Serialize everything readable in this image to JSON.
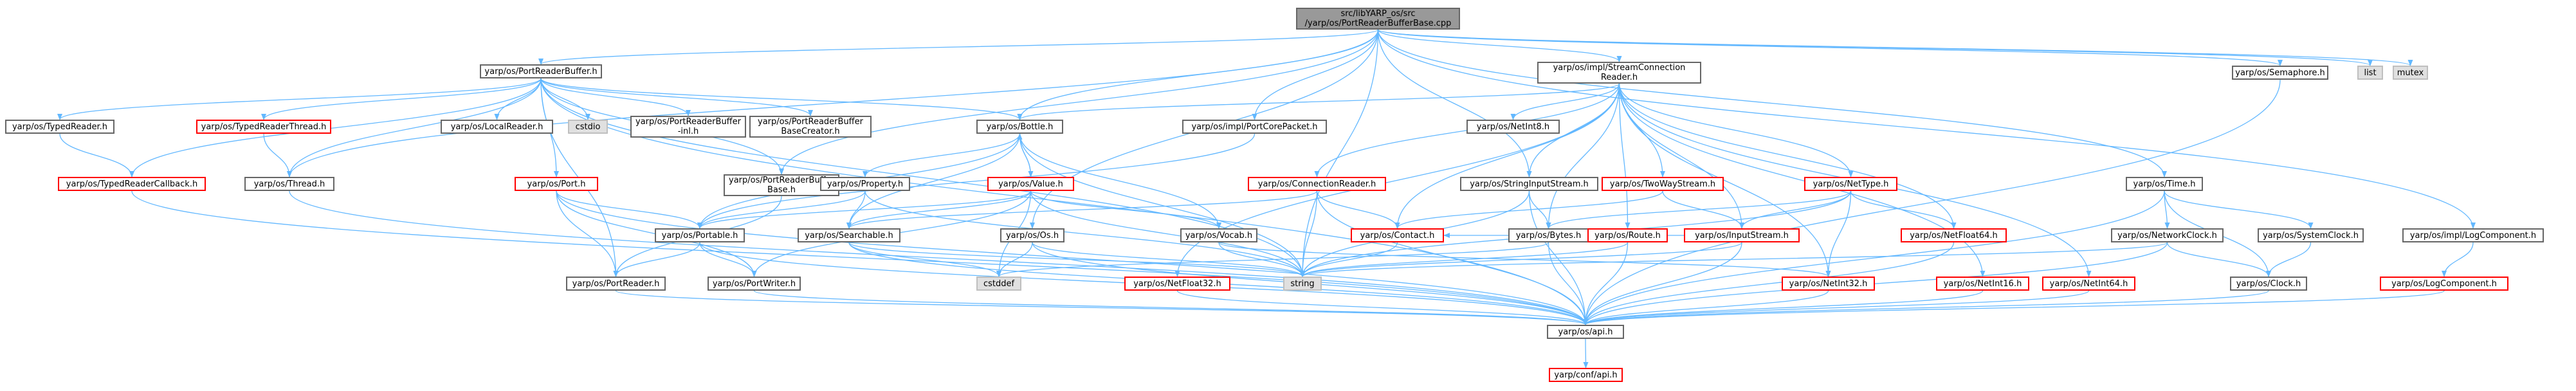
{
  "diagram": {
    "colors": {
      "edge": "#63b8ff",
      "box_border": "#666666",
      "red_border": "#ff0000",
      "root_fill": "#999999",
      "system_fill": "#e0e0e0"
    },
    "nodes": [
      {
        "id": "root",
        "label": "src/libYARP_os/src\n/yarp/os/PortReaderBufferBase.cpp",
        "style": "root"
      },
      {
        "id": "prb_h",
        "label": "yarp/os/PortReaderBuffer.h",
        "style": "normal"
      },
      {
        "id": "scr_h",
        "label": "yarp/os/impl/StreamConnection\nReader.h",
        "style": "normal"
      },
      {
        "id": "sem_h",
        "label": "yarp/os/Semaphore.h",
        "style": "normal"
      },
      {
        "id": "list",
        "label": "list",
        "style": "system"
      },
      {
        "id": "mutex",
        "label": "mutex",
        "style": "system"
      },
      {
        "id": "tr_h",
        "label": "yarp/os/TypedReader.h",
        "style": "normal"
      },
      {
        "id": "trt_h",
        "label": "yarp/os/TypedReaderThread.h",
        "style": "red"
      },
      {
        "id": "lr_h",
        "label": "yarp/os/LocalReader.h",
        "style": "normal"
      },
      {
        "id": "cstdio",
        "label": "cstdio",
        "style": "system"
      },
      {
        "id": "prbinl_h",
        "label": "yarp/os/PortReaderBuffer\n-inl.h",
        "style": "normal"
      },
      {
        "id": "prbbc_h",
        "label": "yarp/os/PortReaderBuffer\nBaseCreator.h",
        "style": "normal"
      },
      {
        "id": "bottle_h",
        "label": "yarp/os/Bottle.h",
        "style": "normal"
      },
      {
        "id": "pcp_h",
        "label": "yarp/os/impl/PortCorePacket.h",
        "style": "normal"
      },
      {
        "id": "netint8_h",
        "label": "yarp/os/NetInt8.h",
        "style": "normal"
      },
      {
        "id": "time_h",
        "label": "yarp/os/Time.h",
        "style": "normal"
      },
      {
        "id": "trc_h",
        "label": "yarp/os/TypedReaderCallback.h",
        "style": "red"
      },
      {
        "id": "thread_h",
        "label": "yarp/os/Thread.h",
        "style": "normal"
      },
      {
        "id": "port_h",
        "label": "yarp/os/Port.h",
        "style": "red"
      },
      {
        "id": "prbb_h",
        "label": "yarp/os/PortReaderBuffer\nBase.h",
        "style": "normal"
      },
      {
        "id": "property_h",
        "label": "yarp/os/Property.h",
        "style": "normal"
      },
      {
        "id": "value_h",
        "label": "yarp/os/Value.h",
        "style": "red"
      },
      {
        "id": "cr_h",
        "label": "yarp/os/ConnectionReader.h",
        "style": "red"
      },
      {
        "id": "sis_h",
        "label": "yarp/os/StringInputStream.h",
        "style": "normal"
      },
      {
        "id": "tws_h",
        "label": "yarp/os/TwoWayStream.h",
        "style": "red"
      },
      {
        "id": "nettype_h",
        "label": "yarp/os/NetType.h",
        "style": "red"
      },
      {
        "id": "netclock_h",
        "label": "yarp/os/NetworkClock.h",
        "style": "normal"
      },
      {
        "id": "sysclock_h",
        "label": "yarp/os/SystemClock.h",
        "style": "normal"
      },
      {
        "id": "logcomp_impl_h",
        "label": "yarp/os/impl/LogComponent.h",
        "style": "normal"
      },
      {
        "id": "portable_h",
        "label": "yarp/os/Portable.h",
        "style": "normal"
      },
      {
        "id": "searchable_h",
        "label": "yarp/os/Searchable.h",
        "style": "normal"
      },
      {
        "id": "os_h",
        "label": "yarp/os/Os.h",
        "style": "normal"
      },
      {
        "id": "vocab_h",
        "label": "yarp/os/Vocab.h",
        "style": "normal"
      },
      {
        "id": "contact_h",
        "label": "yarp/os/Contact.h",
        "style": "red"
      },
      {
        "id": "bytes_h",
        "label": "yarp/os/Bytes.h",
        "style": "normal"
      },
      {
        "id": "route_h",
        "label": "yarp/os/Route.h",
        "style": "red"
      },
      {
        "id": "inputstream_h",
        "label": "yarp/os/InputStream.h",
        "style": "red"
      },
      {
        "id": "netfloat64_h",
        "label": "yarp/os/NetFloat64.h",
        "style": "red"
      },
      {
        "id": "clock_h",
        "label": "yarp/os/Clock.h",
        "style": "normal"
      },
      {
        "id": "logcomp_h",
        "label": "yarp/os/LogComponent.h",
        "style": "red"
      },
      {
        "id": "portreader_h",
        "label": "yarp/os/PortReader.h",
        "style": "normal"
      },
      {
        "id": "portwriter_h",
        "label": "yarp/os/PortWriter.h",
        "style": "normal"
      },
      {
        "id": "cstddef",
        "label": "cstddef",
        "style": "system"
      },
      {
        "id": "string",
        "label": "string",
        "style": "system"
      },
      {
        "id": "netfloat32_h",
        "label": "yarp/os/NetFloat32.h",
        "style": "red"
      },
      {
        "id": "netint32_h",
        "label": "yarp/os/NetInt32.h",
        "style": "red"
      },
      {
        "id": "netint16_h",
        "label": "yarp/os/NetInt16.h",
        "style": "red"
      },
      {
        "id": "netint64_h",
        "label": "yarp/os/NetInt64.h",
        "style": "red"
      },
      {
        "id": "api_h",
        "label": "yarp/os/api.h",
        "style": "normal"
      },
      {
        "id": "confapi_h",
        "label": "yarp/conf/api.h",
        "style": "red"
      }
    ],
    "edges": [
      [
        "root",
        "prb_h"
      ],
      [
        "root",
        "scr_h"
      ],
      [
        "root",
        "sem_h"
      ],
      [
        "root",
        "list"
      ],
      [
        "root",
        "mutex"
      ],
      [
        "root",
        "bottle_h"
      ],
      [
        "root",
        "pcp_h"
      ],
      [
        "root",
        "sis_h"
      ],
      [
        "root",
        "time_h"
      ],
      [
        "root",
        "logcomp_impl_h"
      ],
      [
        "root",
        "prbb_h"
      ],
      [
        "root",
        "os_h"
      ],
      [
        "root",
        "string"
      ],
      [
        "root",
        "thread_h"
      ],
      [
        "prb_h",
        "tr_h"
      ],
      [
        "prb_h",
        "trt_h"
      ],
      [
        "prb_h",
        "lr_h"
      ],
      [
        "prb_h",
        "cstdio"
      ],
      [
        "prb_h",
        "prbinl_h"
      ],
      [
        "prb_h",
        "prbbc_h"
      ],
      [
        "prb_h",
        "bottle_h"
      ],
      [
        "prb_h",
        "trc_h"
      ],
      [
        "prb_h",
        "thread_h"
      ],
      [
        "prb_h",
        "port_h"
      ],
      [
        "prb_h",
        "prbb_h"
      ],
      [
        "prb_h",
        "portreader_h"
      ],
      [
        "prb_h",
        "string"
      ],
      [
        "prb_h",
        "api_h"
      ],
      [
        "tr_h",
        "trc_h"
      ],
      [
        "trt_h",
        "thread_h"
      ],
      [
        "trc_h",
        "api_h"
      ],
      [
        "thread_h",
        "api_h"
      ],
      [
        "scr_h",
        "bottle_h"
      ],
      [
        "scr_h",
        "netint8_h"
      ],
      [
        "scr_h",
        "cr_h"
      ],
      [
        "scr_h",
        "sis_h"
      ],
      [
        "scr_h",
        "tws_h"
      ],
      [
        "scr_h",
        "nettype_h"
      ],
      [
        "scr_h",
        "contact_h"
      ],
      [
        "scr_h",
        "bytes_h"
      ],
      [
        "scr_h",
        "inputstream_h"
      ],
      [
        "scr_h",
        "netfloat64_h"
      ],
      [
        "scr_h",
        "netfloat32_h"
      ],
      [
        "scr_h",
        "netint32_h"
      ],
      [
        "scr_h",
        "netint16_h"
      ],
      [
        "scr_h",
        "netint64_h"
      ],
      [
        "scr_h",
        "route_h"
      ],
      [
        "sem_h",
        "api_h"
      ],
      [
        "bottle_h",
        "property_h"
      ],
      [
        "bottle_h",
        "value_h"
      ],
      [
        "bottle_h",
        "portable_h"
      ],
      [
        "bottle_h",
        "searchable_h"
      ],
      [
        "bottle_h",
        "vocab_h"
      ],
      [
        "bottle_h",
        "string"
      ],
      [
        "pcp_h",
        "portable_h"
      ],
      [
        "property_h",
        "portable_h"
      ],
      [
        "property_h",
        "searchable_h"
      ],
      [
        "property_h",
        "string"
      ],
      [
        "value_h",
        "bottle_h"
      ],
      [
        "value_h",
        "searchable_h"
      ],
      [
        "value_h",
        "portable_h"
      ],
      [
        "value_h",
        "portwriter_h"
      ],
      [
        "value_h",
        "vocab_h"
      ],
      [
        "value_h",
        "cstddef"
      ],
      [
        "value_h",
        "string"
      ],
      [
        "port_h",
        "portable_h"
      ],
      [
        "port_h",
        "portreader_h"
      ],
      [
        "port_h",
        "portwriter_h"
      ],
      [
        "port_h",
        "api_h"
      ],
      [
        "prbb_h",
        "portreader_h"
      ],
      [
        "portable_h",
        "portreader_h"
      ],
      [
        "portable_h",
        "portwriter_h"
      ],
      [
        "portable_h",
        "api_h"
      ],
      [
        "searchable_h",
        "string"
      ],
      [
        "searchable_h",
        "api_h"
      ],
      [
        "searchable_h",
        "cstddef"
      ],
      [
        "os_h",
        "cstddef"
      ],
      [
        "os_h",
        "string"
      ],
      [
        "os_h",
        "api_h"
      ],
      [
        "vocab_h",
        "string"
      ],
      [
        "vocab_h",
        "netint32_h"
      ],
      [
        "cr_h",
        "contact_h"
      ],
      [
        "cr_h",
        "searchable_h"
      ],
      [
        "cr_h",
        "string"
      ],
      [
        "cr_h",
        "api_h"
      ],
      [
        "sis_h",
        "bytes_h"
      ],
      [
        "sis_h",
        "string"
      ],
      [
        "sis_h",
        "api_h"
      ],
      [
        "tws_h",
        "contact_h"
      ],
      [
        "tws_h",
        "inputstream_h"
      ],
      [
        "nettype_h",
        "netint32_h"
      ],
      [
        "nettype_h",
        "netfloat64_h"
      ],
      [
        "nettype_h",
        "bytes_h"
      ],
      [
        "nettype_h",
        "string"
      ],
      [
        "nettype_h",
        "inputstream_h"
      ],
      [
        "contact_h",
        "string"
      ],
      [
        "bytes_h",
        "cstddef"
      ],
      [
        "bytes_h",
        "api_h"
      ],
      [
        "route_h",
        "contact_h"
      ],
      [
        "route_h",
        "api_h"
      ],
      [
        "route_h",
        "string"
      ],
      [
        "inputstream_h",
        "bytes_h"
      ],
      [
        "inputstream_h",
        "string"
      ],
      [
        "inputstream_h",
        "api_h"
      ],
      [
        "netfloat64_h",
        "api_h"
      ],
      [
        "time_h",
        "netclock_h"
      ],
      [
        "time_h",
        "sysclock_h"
      ],
      [
        "time_h",
        "clock_h"
      ],
      [
        "time_h",
        "api_h"
      ],
      [
        "netclock_h",
        "clock_h"
      ],
      [
        "netclock_h",
        "string"
      ],
      [
        "netclock_h",
        "api_h"
      ],
      [
        "sysclock_h",
        "clock_h"
      ],
      [
        "clock_h",
        "api_h"
      ],
      [
        "logcomp_impl_h",
        "logcomp_h"
      ],
      [
        "logcomp_h",
        "api_h"
      ],
      [
        "portreader_h",
        "api_h"
      ],
      [
        "portwriter_h",
        "api_h"
      ],
      [
        "netfloat32_h",
        "api_h"
      ],
      [
        "netint32_h",
        "api_h"
      ],
      [
        "netint16_h",
        "api_h"
      ],
      [
        "netint64_h",
        "api_h"
      ],
      [
        "api_h",
        "confapi_h"
      ]
    ]
  }
}
